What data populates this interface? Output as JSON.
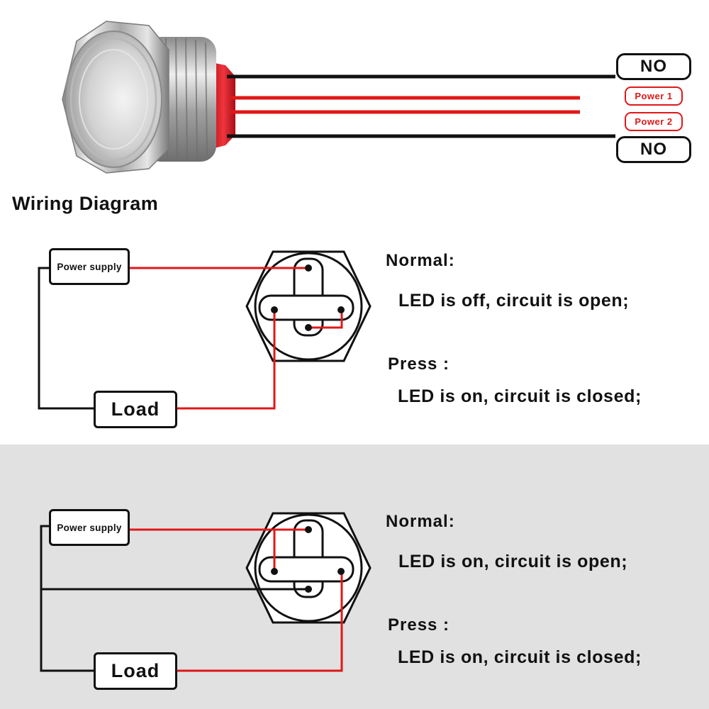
{
  "title": "Wiring Diagram",
  "wire_labels": {
    "no_top": "NO",
    "power1": "Power 1",
    "power2": "Power 2",
    "no_bottom": "NO"
  },
  "colors": {
    "wire_black": "#111111",
    "wire_red": "#e01818",
    "lower_panel_bg": "#e1e1e1",
    "button_metal": "#c8c8c8",
    "connector_red": "#e2202a"
  },
  "diagrams": [
    {
      "power_supply_label": "Power supply",
      "load_label": "Load",
      "normal_label": "Normal:",
      "normal_text": "LED is off, circuit is open;",
      "press_label": "Press :",
      "press_text": "LED is on, circuit is closed;"
    },
    {
      "power_supply_label": "Power supply",
      "load_label": "Load",
      "normal_label": "Normal:",
      "normal_text": "LED is on, circuit is open;",
      "press_label": "Press :",
      "press_text": "LED is on, circuit is closed;"
    }
  ]
}
